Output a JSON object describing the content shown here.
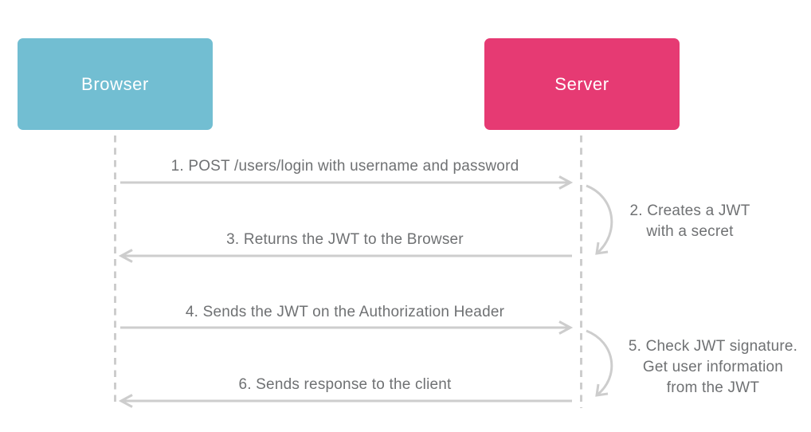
{
  "actors": [
    {
      "label": "Browser",
      "color": "#72BED2"
    },
    {
      "label": "Server",
      "color": "#E63A73"
    }
  ],
  "messages": [
    {
      "label": "1. POST /users/login with username and password",
      "from": "Browser",
      "to": "Server",
      "direction": "right"
    },
    {
      "label": "2. Creates a JWT\nwith a secret",
      "from": "Server",
      "to": "Server",
      "direction": "self"
    },
    {
      "label": "3. Returns the JWT to the Browser",
      "from": "Server",
      "to": "Browser",
      "direction": "left"
    },
    {
      "label": "4. Sends the JWT on the Authorization Header",
      "from": "Browser",
      "to": "Server",
      "direction": "right"
    },
    {
      "label": "5. Check JWT signature.\nGet user information\nfrom the JWT",
      "from": "Server",
      "to": "Server",
      "direction": "self"
    },
    {
      "label": "6. Sends response to the client",
      "from": "Server",
      "to": "Browser",
      "direction": "left"
    }
  ],
  "colors": {
    "browser_box": "#72BED2",
    "server_box": "#E63A73",
    "line": "#CDCDCD",
    "text": "#6F7173",
    "actor_text": "#FFFFFF",
    "background": "#FFFFFF"
  }
}
